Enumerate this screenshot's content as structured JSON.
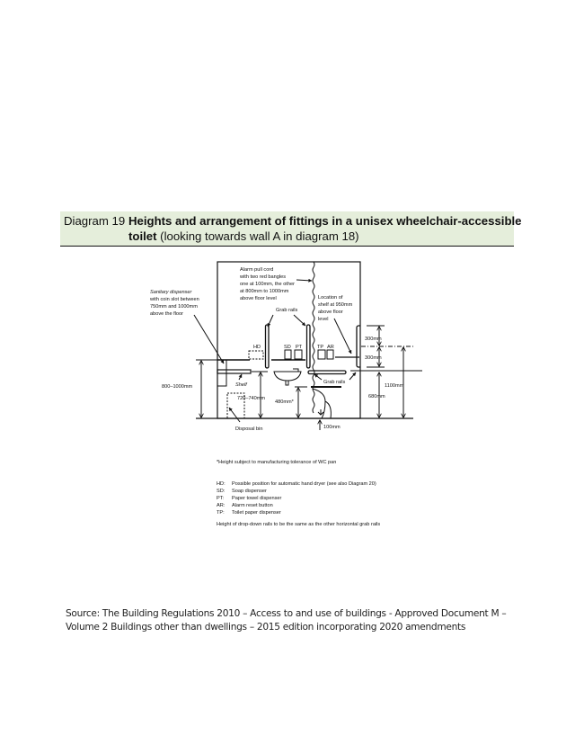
{
  "header": {
    "number": "Diagram 19",
    "title_bold": "Heights and arrangement of fittings in a unisex wheelchair-accessible",
    "title_bold2": "toilet",
    "title_rest": " (looking towards wall A in diagram 18)"
  },
  "labels": {
    "alarm": [
      "Alarm pull cord",
      "with two red bangles",
      "one at 100mm, the other",
      "at 800mm to 1000mm",
      "above floor level"
    ],
    "sanitary": [
      "Sanitary dispenser",
      "with coin slot between",
      "750mm and 1000mm",
      "above the floor"
    ],
    "shelf_loc": [
      "Location of",
      "shelf at 950mm",
      "above floor",
      "level"
    ],
    "grab_rails_top": "Grab rails",
    "grab_rails_low": "Grab rails",
    "hd": "HD",
    "sd": "SD",
    "pt": "PT",
    "tp": "TP",
    "ar": "AR",
    "shelf": "Shelf",
    "disposal_bin": "Disposal bin"
  },
  "dimensions": {
    "d800": "800–1000mm",
    "d720": "720–740mm",
    "d480": "480mm*",
    "d300a": "300mm",
    "d300b": "300mm",
    "d1100": "1100mm",
    "d680": "680mm",
    "d100": "100mm"
  },
  "notes": {
    "footnote": "*Height subject to manufacturing tolerance of WC pan",
    "key": [
      {
        "code": "HD:",
        "text": "Possible position for automatic hand dryer (see also Diagram 20)"
      },
      {
        "code": "SD:",
        "text": "Soap dispenser"
      },
      {
        "code": "PT:",
        "text": "Paper towel dispenser"
      },
      {
        "code": "AR:",
        "text": "Alarm reset button"
      },
      {
        "code": "TP:",
        "text": "Toilet paper dispenser"
      }
    ],
    "dropdown": "Height of drop-down rails to be the same as the other horizontal grab rails"
  },
  "source": [
    "Source: The Building Regulations 2010 – Access to and use of buildings - Approved Document M –",
    "Volume 2 Buildings other than dwellings – 2015 edition incorporating 2020 amendments"
  ],
  "colors": {
    "band": "#e5eedb"
  }
}
